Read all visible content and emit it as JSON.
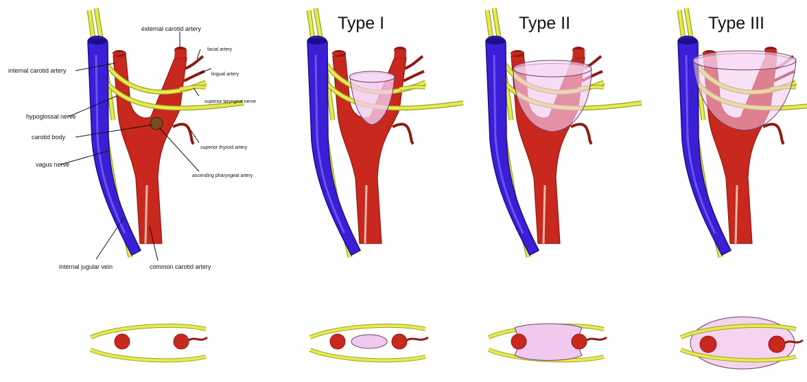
{
  "labels": {
    "external_carotid_artery": "external carotid artery",
    "facial_artery": "facial artery",
    "lingual_artery": "lingual artery",
    "superior_laryngeal_nerve": "superior laryngeal nerve",
    "internal_carotid_artery": "internal carotid artery",
    "hypoglossal_nerve": "hypoglossal nerve",
    "carotid_body": "carotid body",
    "superior_thyroid_artery": "superior thyroid artery",
    "ascending_pharyngeal_artery": "ascending pharyngeal artery",
    "vagus_nerve": "vagus nerve",
    "internal_jugular_vein": "internal jugular vein",
    "common_carotid_artery": "common carotid artery"
  },
  "panels": [
    {
      "title": ""
    },
    {
      "title": "Type I"
    },
    {
      "title": "Type II"
    },
    {
      "title": "Type III"
    }
  ],
  "colors": {
    "artery": "#c8281e",
    "artery_dark": "#8e1a12",
    "vein": "#3a1fd6",
    "vein_dark": "#1c0e8a",
    "nerve": "#e6ea52",
    "nerve_dark": "#9aa21e",
    "tumor": "#f2c9ee",
    "tumor_edge": "#6e3a68"
  }
}
